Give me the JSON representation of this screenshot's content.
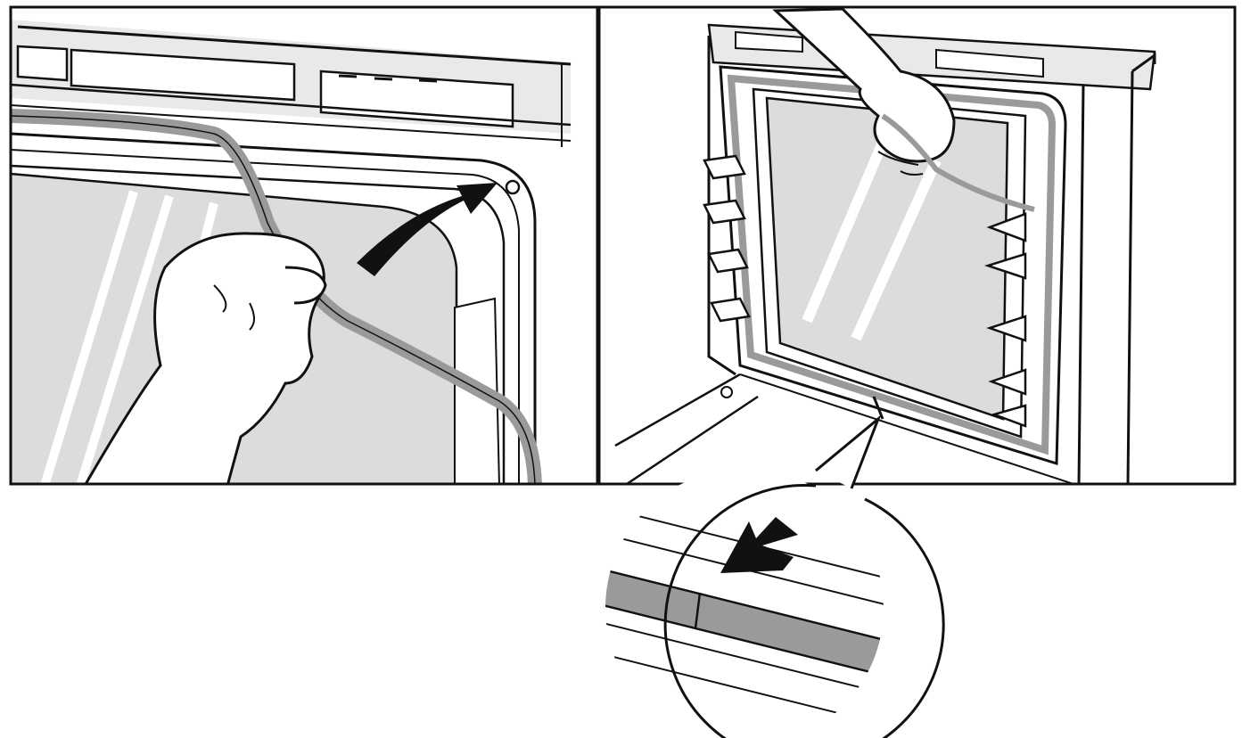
{
  "figure": {
    "panels": [
      {
        "id": "left",
        "content": "hand-removing-oven-door-seal"
      },
      {
        "id": "right",
        "content": "hand-fitting-seal-onto-oven-door-frame"
      }
    ],
    "callout": {
      "content": "detail-of-seal-joint-at-bottom-edge",
      "arrow": "pull-direction-arrow"
    }
  },
  "colors": {
    "ink": "#111111",
    "background": "#ffffff",
    "seal_gray": "#9a9a9a",
    "glass_gray": "#dcdcdc",
    "panel_gray": "#e9e9e9",
    "shadow_gray": "#c8c8c8"
  }
}
